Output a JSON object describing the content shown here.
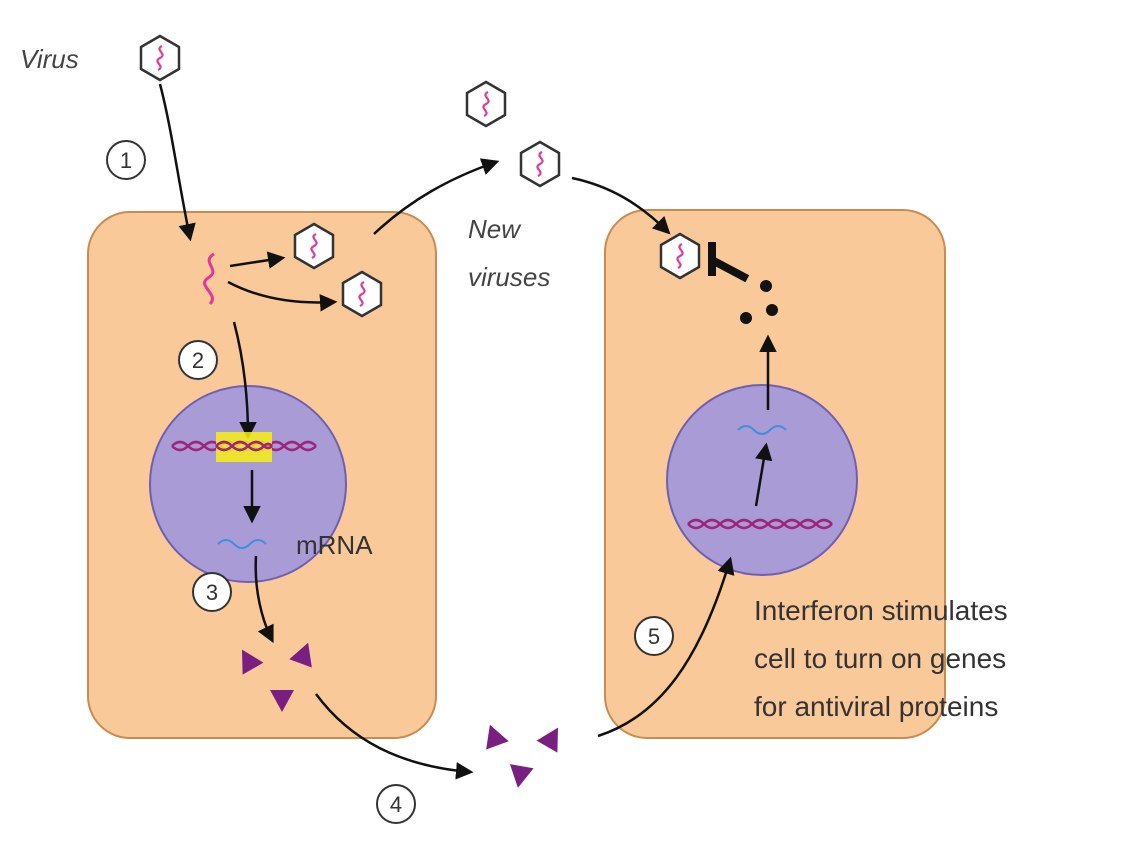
{
  "labels": {
    "virus": "Virus",
    "new_viruses_line1": "New",
    "new_viruses_line2": "viruses",
    "mrna": "mRNA",
    "interferon_line1": "Interferon stimulates",
    "interferon_line2": "cell to turn on genes",
    "interferon_line3": "for antiviral proteins"
  },
  "steps": [
    "1",
    "2",
    "3",
    "4",
    "5"
  ],
  "colors": {
    "cell_fill": "#f9c99a",
    "cell_stroke": "#c98b52",
    "nucleus_fill": "#a99bd6",
    "nucleus_stroke": "#6f5fb0",
    "viral_rna": "#e0399b",
    "dna": "#a0237f",
    "gene_highlight": "#f7f00f",
    "mrna": "#3f8fdc",
    "interferon": "#7a1f82",
    "arrow": "#111111",
    "antiviral_protein": "#111111"
  }
}
